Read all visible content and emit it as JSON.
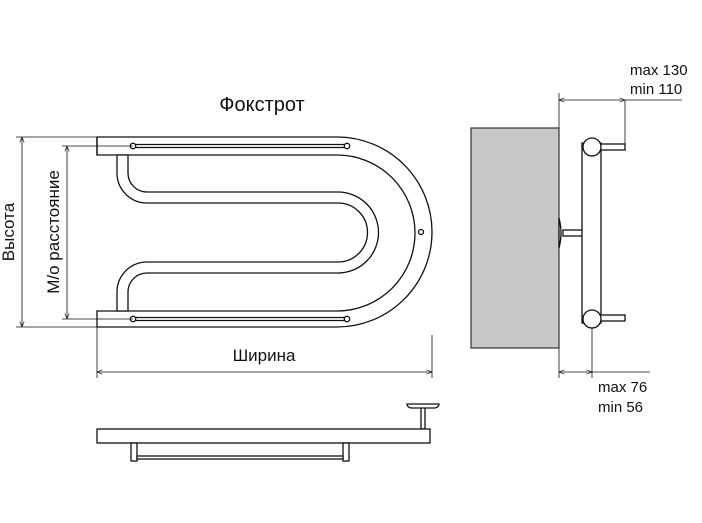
{
  "title": "Фокстрот",
  "labels": {
    "height": "Высота",
    "center_distance": "М/о расстояние",
    "width": "Ширина"
  },
  "side_view": {
    "top_max": "max 130",
    "top_min": "min 110",
    "bottom_max": "max 76",
    "bottom_min": "min 56"
  }
}
